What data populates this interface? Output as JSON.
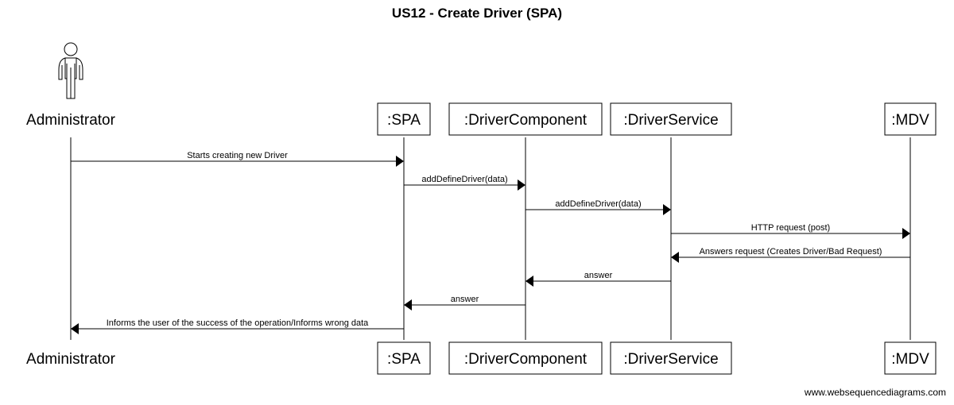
{
  "diagram": {
    "title": "US12 - Create Driver (SPA)",
    "footer": "www.websequencediagrams.com",
    "actor": {
      "name": "Administrator",
      "icon": "person-icon"
    },
    "participants": [
      {
        "id": "admin",
        "label": "Administrator",
        "kind": "actor"
      },
      {
        "id": "spa",
        "label": ":SPA",
        "kind": "box"
      },
      {
        "id": "drivercomponent",
        "label": ":DriverComponent",
        "kind": "box"
      },
      {
        "id": "driverservice",
        "label": ":DriverService",
        "kind": "box"
      },
      {
        "id": "mdv",
        "label": ":MDV",
        "kind": "box"
      }
    ],
    "messages": [
      {
        "from": "admin",
        "to": "spa",
        "text": "Starts creating new Driver"
      },
      {
        "from": "spa",
        "to": "drivercomponent",
        "text": "addDefineDriver(data)"
      },
      {
        "from": "drivercomponent",
        "to": "driverservice",
        "text": "addDefineDriver(data)"
      },
      {
        "from": "driverservice",
        "to": "mdv",
        "text": "HTTP request (post)"
      },
      {
        "from": "mdv",
        "to": "driverservice",
        "text": "Answers request (Creates Driver/Bad Request)"
      },
      {
        "from": "driverservice",
        "to": "drivercomponent",
        "text": "answer"
      },
      {
        "from": "drivercomponent",
        "to": "spa",
        "text": "answer"
      },
      {
        "from": "spa",
        "to": "admin",
        "text": "Informs the user of the success of the operation/Informs wrong data"
      }
    ]
  }
}
